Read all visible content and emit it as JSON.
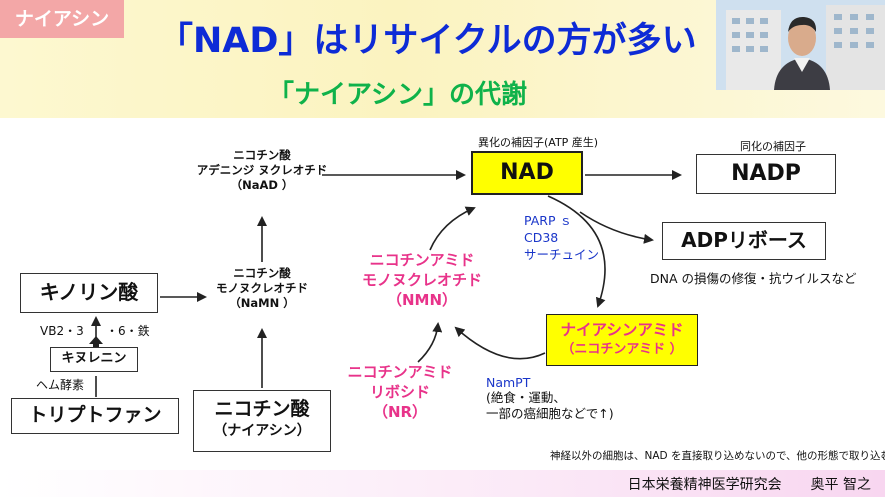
{
  "header": {
    "tag": "ナイアシン",
    "title": "「NAD」はリサイクルの方が多い",
    "subtitle": "「ナイアシン」の代謝"
  },
  "nodes": {
    "nad": "NAD",
    "nad_caption": "異化の補因子(ATP 産生)",
    "nadp": "NADP",
    "nadp_caption": "同化の補因子",
    "adp_ribose": "ADPリボース",
    "adp_ribose_caption": "DNA の損傷の修復・抗ウイルスなど",
    "naad_line1": "ニコチン酸",
    "naad_line2": "アデニンジ ヌクレオチド",
    "naad_line3": "（NaAD ）",
    "namn_line1": "ニコチン酸",
    "namn_line2": "モノヌクレオチド",
    "namn_line3": "（NaMN ）",
    "kynurenic": "キノリン酸",
    "kynurenine": "キヌレニン",
    "tryptophan": "トリプトファン",
    "nicotinic_line1": "ニコチン酸",
    "nicotinic_line2": "（ナイアシン）",
    "nmn_line1": "ニコチンアミド",
    "nmn_line2": "モノヌクレオチド",
    "nmn_line3": "（NMN）",
    "nr_line1": "ニコチンアミド",
    "nr_line2": "リボシド",
    "nr_line3": "（NR）",
    "nam_line1": "ナイアシンアミド",
    "nam_line2": "（ニコチンアミド ）"
  },
  "labels": {
    "vitamins": "VB2・3",
    "vitamins2": "・6・鉄",
    "heme_enzyme": "ヘム酵素",
    "enzymes": [
      "PARP ｓ",
      "CD38",
      "サーチュイン"
    ],
    "nampt": "NamPT",
    "nampt_note1": "(絶食・運動、",
    "nampt_note2": "一部の癌細胞などで↑)",
    "bottom_note": "神経以外の細胞は、NAD を直接取り込めないので、他の形態で取り込む"
  },
  "footer": {
    "org": "日本栄養精神医学研究会",
    "author": "奥平 智之"
  },
  "colors": {
    "title": "#0d2bd6",
    "subtitle": "#0fb24a",
    "highlight": "#ffff00",
    "magenta": "#e8338a",
    "blue_text": "#1a36c9",
    "tag_bg": "#f3a7a7"
  }
}
